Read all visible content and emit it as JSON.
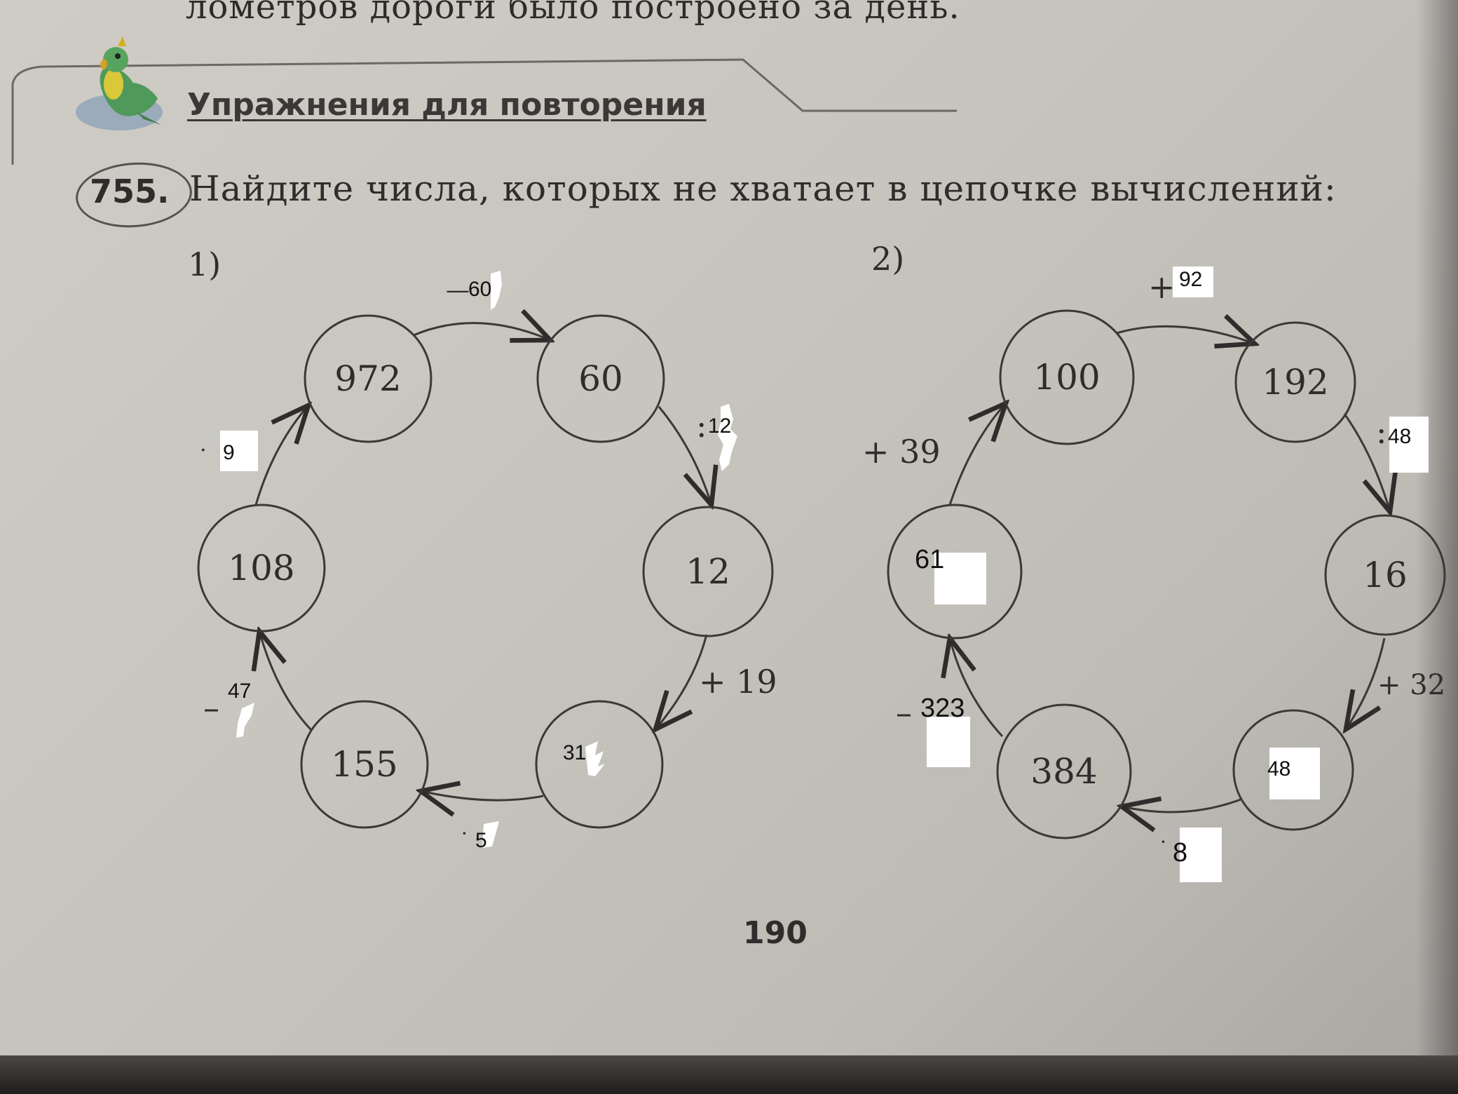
{
  "top_cut_text": "лометров дороги было построено за день.",
  "section": {
    "title": "Упражнения для повторения"
  },
  "exercise": {
    "number": "755.",
    "text": "Найдите числа, которых не хватает в цепочке вычислений:",
    "part1_label": "1)",
    "part2_label": "2)"
  },
  "chain1": {
    "nodes": [
      "972",
      "60",
      "12",
      "108",
      "155",
      "31"
    ],
    "ops": {
      "top_sign": "—",
      "top_answer": "60",
      "right_sign": ":",
      "right_answer": "12",
      "lower_right": "+ 19",
      "bottom_sign": "·",
      "bottom_answer": "5",
      "left_sign": "·",
      "left_answer": "9",
      "lower_left_sign": "–",
      "lower_left_answer": "47"
    }
  },
  "chain2": {
    "nodes": [
      "100",
      "192",
      "16",
      "61",
      "384",
      "48"
    ],
    "ops": {
      "top_sign": "+",
      "top_answer": "92",
      "right_sign": ":",
      "right_answer": "48",
      "lower_right": "+ 32",
      "bottom_sign": "·",
      "bottom_answer": "8",
      "left": "+ 39",
      "lower_left_sign": "–",
      "lower_left_answer": "323"
    }
  },
  "page_number": "190",
  "colors": {
    "ink": "#2e2d2b",
    "paper": "#cbc8c2",
    "correction": "#ffffff"
  }
}
